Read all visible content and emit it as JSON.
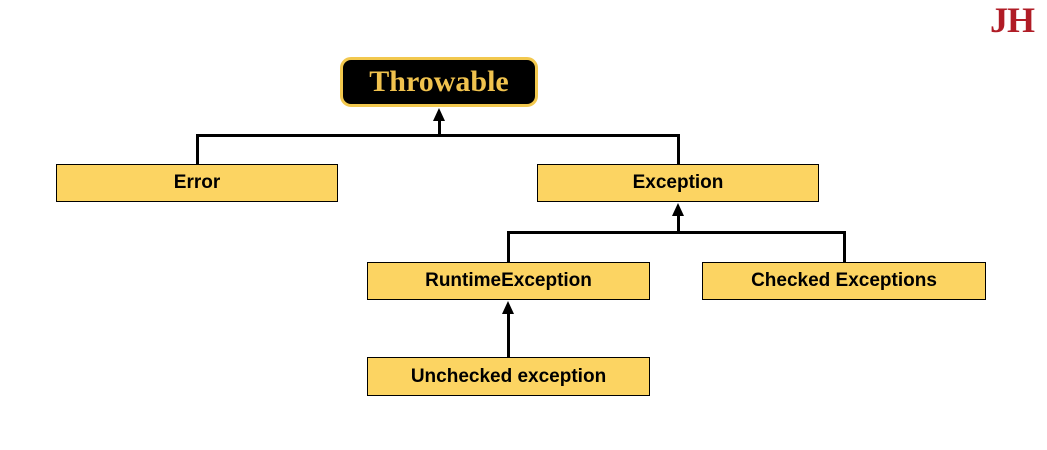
{
  "logo": {
    "text": "JH"
  },
  "colors": {
    "background": "#ffffff",
    "node_fill": "#FCD462",
    "node_border": "#000000",
    "node_text": "#000000",
    "root_fill": "#000000",
    "root_border": "#F2C84E",
    "root_text": "#F0C24E",
    "connector": "#000000",
    "logo_color": "#B01C26"
  },
  "diagram": {
    "nodes": {
      "throwable": {
        "label": "Throwable"
      },
      "error": {
        "label": "Error"
      },
      "exception": {
        "label": "Exception"
      },
      "runtime": {
        "label": "RuntimeException"
      },
      "checked": {
        "label": "Checked Exceptions"
      },
      "unchecked": {
        "label": "Unchecked exception"
      }
    },
    "edges": [
      {
        "from": "error",
        "to": "throwable"
      },
      {
        "from": "exception",
        "to": "throwable"
      },
      {
        "from": "runtime",
        "to": "exception"
      },
      {
        "from": "checked",
        "to": "exception"
      },
      {
        "from": "unchecked",
        "to": "runtime"
      }
    ]
  }
}
